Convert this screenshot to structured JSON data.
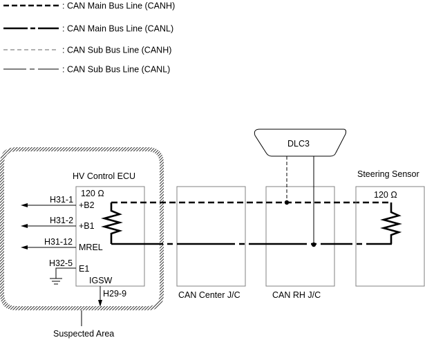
{
  "legend": [
    {
      "style": "main-canh",
      "label": ": CAN Main Bus Line (CANH)"
    },
    {
      "style": "main-canl",
      "label": ": CAN Main Bus Line (CANL)"
    },
    {
      "style": "sub-canh",
      "label": ": CAN Sub Bus Line (CANH)"
    },
    {
      "style": "sub-canl",
      "label": ": CAN Sub Bus Line (CANL)"
    }
  ],
  "suspected_area": {
    "label": "Suspected Area"
  },
  "hv_ecu": {
    "title": "HV Control ECU",
    "resistor": "120 Ω",
    "pins": [
      {
        "connector": "H31-1",
        "terminal": "+B2"
      },
      {
        "connector": "H31-2",
        "terminal": "+B1"
      },
      {
        "connector": "H31-12",
        "terminal": "MREL"
      },
      {
        "connector": "H32-5",
        "terminal": "E1"
      }
    ],
    "igsw": {
      "terminal": "IGSW",
      "connector": "H29-9"
    }
  },
  "junctions": [
    {
      "label": "CAN Center J/C"
    },
    {
      "label": "CAN RH J/C"
    }
  ],
  "dlc": {
    "label": "DLC3"
  },
  "steering_sensor": {
    "title": "Steering Sensor",
    "resistor": "120 Ω"
  },
  "colors": {
    "line": "#000000",
    "box": "#808080",
    "sub": "#808080"
  }
}
